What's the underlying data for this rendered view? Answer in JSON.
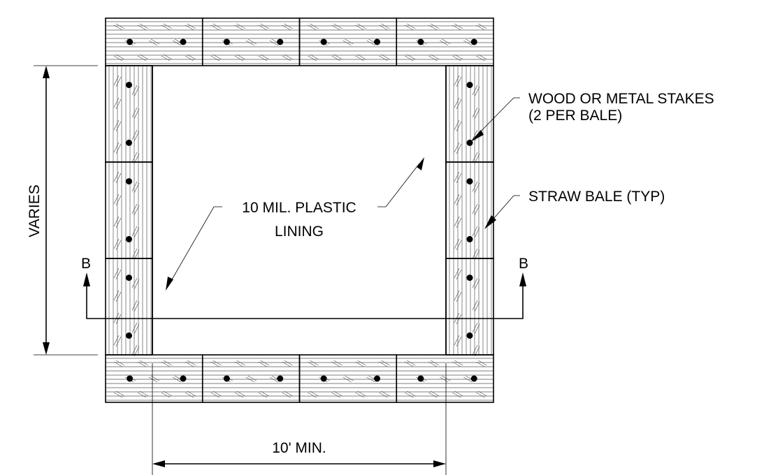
{
  "labels": {
    "stakes_line1": "WOOD OR METAL STAKES",
    "stakes_line2": "(2 PER BALE)",
    "straw_bale": "STRAW BALE (TYP)",
    "lining_line1": "10 MIL. PLASTIC",
    "lining_line2": "LINING",
    "section_left": "B",
    "section_right": "B",
    "dim_vertical": "VARIES",
    "dim_horizontal": "10' MIN."
  },
  "layout": {
    "top_row_bales": 4,
    "bottom_row_bales": 4,
    "left_column_bales": 3,
    "right_column_bales": 3,
    "stakes_per_bale": 2
  }
}
